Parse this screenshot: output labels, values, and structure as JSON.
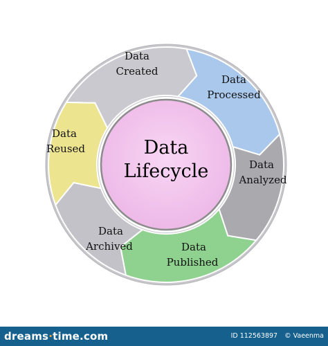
{
  "center": {
    "line1": "Data",
    "line2": "Lifecycle"
  },
  "stages": [
    {
      "line1": "Data",
      "line2": "Created",
      "color": "#c9c9cf"
    },
    {
      "line1": "Data",
      "line2": "Processed",
      "color": "#a9c8ec"
    },
    {
      "line1": "Data",
      "line2": "Analyzed",
      "color": "#a9a9ae"
    },
    {
      "line1": "Data",
      "line2": "Published",
      "color": "#8fd28f"
    },
    {
      "line1": "Data",
      "line2": "Archived",
      "color": "#c2c2c8"
    },
    {
      "line1": "Data",
      "line2": "Reused",
      "color": "#ede48f"
    }
  ],
  "colors": {
    "center_fill": "#f3c4ee",
    "ring_gray": "#c6c6cb",
    "footer_bg": "#16608e",
    "brand_accent": "#f2a23c"
  },
  "footer": {
    "brand_prefix": "dreams",
    "brand_dot": "·",
    "brand_suffix": "time.com",
    "id_text": "ID 112563897",
    "author": "© Vaeenma"
  }
}
